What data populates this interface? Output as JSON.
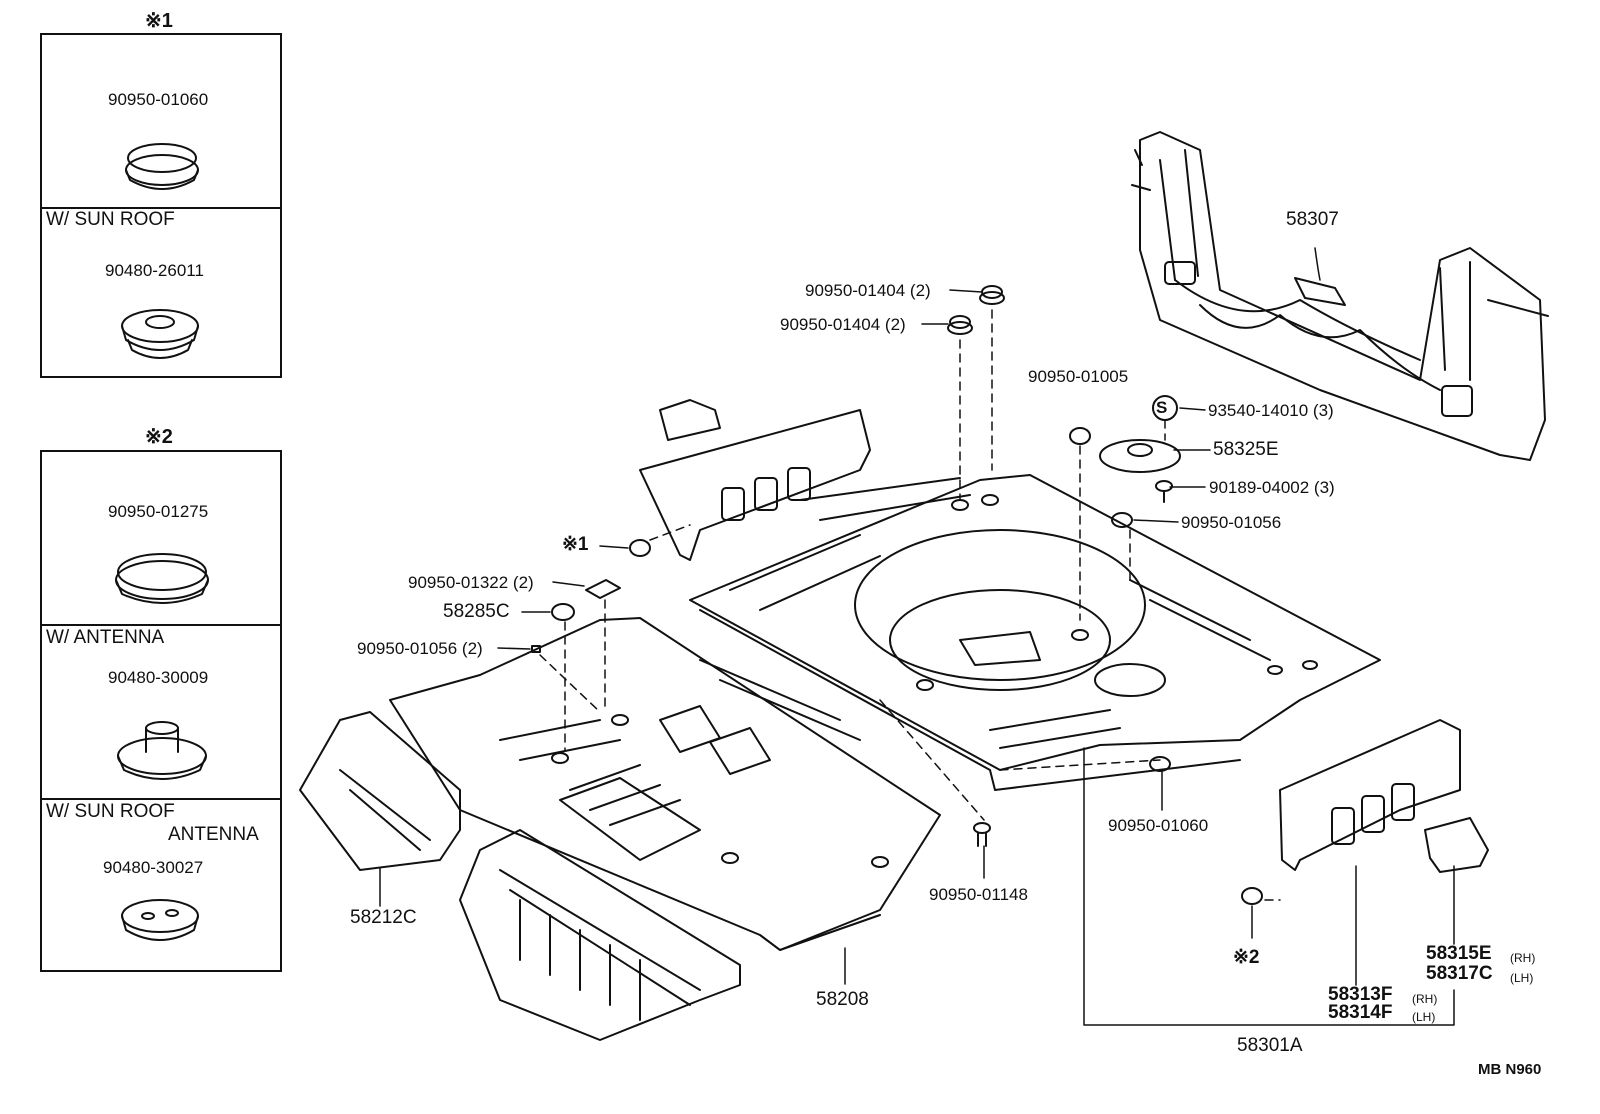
{
  "legend_box_1": {
    "marker": "※1",
    "part_top": "90950-01060",
    "condition_sun_roof": "W/ SUN  ROOF",
    "part_sun_roof": "90480-26011"
  },
  "legend_box_2": {
    "marker": "※2",
    "part_top": "90950-01275",
    "condition_antenna": "W/ ANTENNA",
    "part_antenna": "90480-30009",
    "condition_sun_roof_line1": "W/ SUN  ROOF",
    "condition_sun_roof_line2": "ANTENNA",
    "part_sun_roof_antenna": "90480-30027"
  },
  "callouts": {
    "p58307": "58307",
    "p90950_01404_a": "90950-01404 (2)",
    "p90950_01404_b": "90950-01404 (2)",
    "p90950_01005": "90950-01005",
    "p93540_14010": "93540-14010 (3)",
    "p58325E": "58325E",
    "p90189_04002": "90189-04002 (3)",
    "p90950_01056_a": "90950-01056",
    "marker_1": "※1",
    "p90950_01322": "90950-01322 (2)",
    "p58285C": "58285C",
    "p90950_01056_b": "90950-01056 (2)",
    "p90950_01060": "90950-01060",
    "p90950_01148": "90950-01148",
    "p58212C": "58212C",
    "p58208": "58208",
    "marker_2": "※2",
    "p58315E": "58315E",
    "p58315E_side": "(RH)",
    "p58317C": "58317C",
    "p58317C_side": "(LH)",
    "p58313F": "58313F",
    "p58313F_side": "(RH)",
    "p58314F": "58314F",
    "p58314F_side": "(LH)",
    "p58301A": "58301A",
    "s_symbol": "S"
  },
  "footer_code": "MB  N960"
}
